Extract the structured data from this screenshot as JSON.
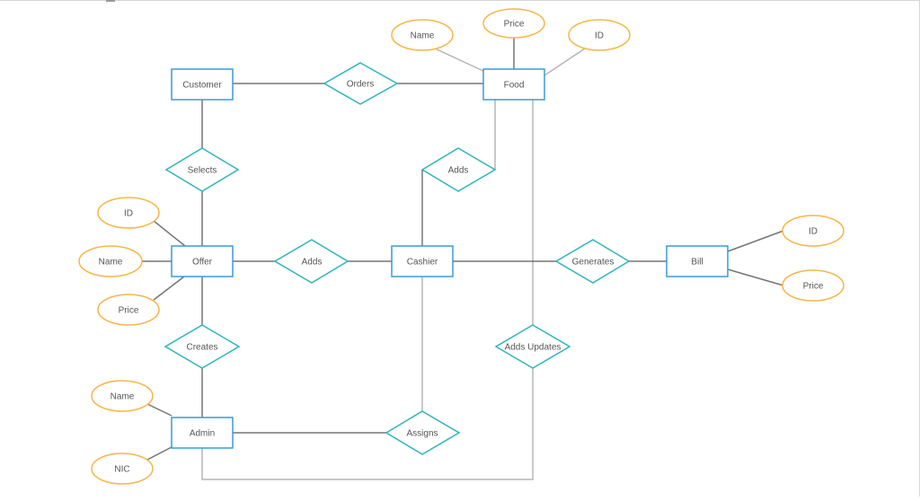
{
  "colors": {
    "entity_stroke": "#3a9ad9",
    "relationship_stroke": "#2fb5b9",
    "attribute_stroke": "#f5b649",
    "line_dark": "#757575",
    "line_light": "#b5b5b5",
    "text": "#555555"
  },
  "entities": {
    "customer": "Customer",
    "food": "Food",
    "offer": "Offer",
    "cashier": "Cashier",
    "bill": "Bill",
    "admin": "Admin"
  },
  "relationships": {
    "orders": "Orders",
    "selects": "Selects",
    "adds_food": "Adds",
    "adds_offer": "Adds",
    "generates": "Generates",
    "creates": "Creates",
    "adds_updates": "Adds Updates",
    "assigns": "Assigns"
  },
  "attributes": {
    "food_name": "Name",
    "food_price": "Price",
    "food_id": "ID",
    "offer_id": "ID",
    "offer_name": "Name",
    "offer_price": "Price",
    "bill_id": "ID",
    "bill_price": "Price",
    "admin_name": "Name",
    "admin_nic": "NIC"
  }
}
